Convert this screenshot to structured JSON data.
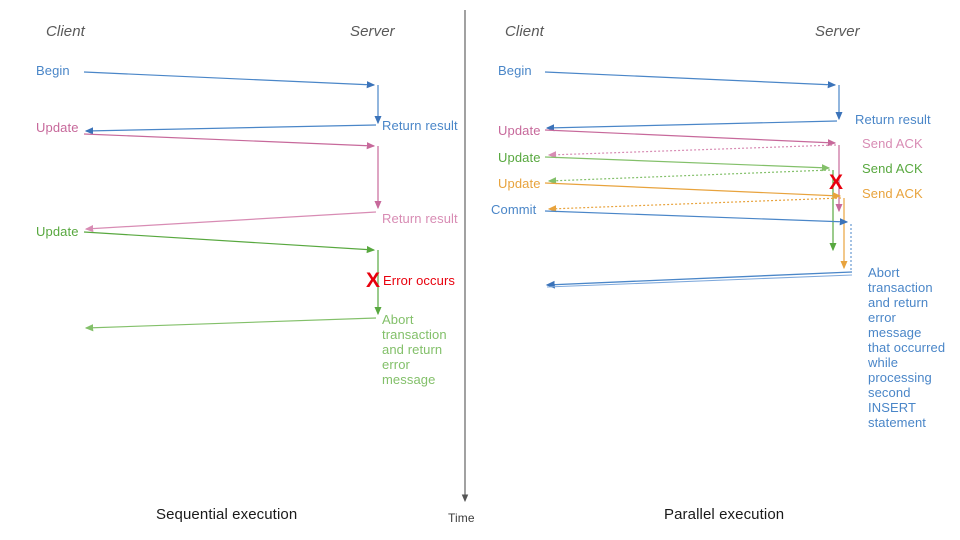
{
  "diagram": {
    "title_left": "Sequential execution",
    "title_right": "Parallel execution",
    "time_axis_label": "Time",
    "colors": {
      "blue": "#4a86c8",
      "blue_dark": "#3b73b9",
      "pink": "#c7699b",
      "pink_light": "#d88cb4",
      "green": "#58a83f",
      "green_light": "#83c06a",
      "orange": "#e8a33d",
      "red": "#e8000d",
      "actor_gray": "#595959",
      "axis_gray": "#555555",
      "caption_black": "#1a1a1a"
    }
  },
  "left_panel": {
    "actor_client": "Client",
    "actor_server": "Server",
    "caption": "Sequential execution",
    "client_labels": [
      {
        "text": "Begin",
        "color": "#4a86c8"
      },
      {
        "text": "Update",
        "color": "#c7699b"
      },
      {
        "text": "Update",
        "color": "#58a83f"
      }
    ],
    "server_labels": [
      {
        "text": "Return result",
        "color": "#4a86c8"
      },
      {
        "text": "Return result",
        "color": "#c7699b"
      },
      {
        "text": "Error occurs",
        "color": "#e8000d"
      },
      {
        "text": "Abort transaction and return error message",
        "color": "#58a83f"
      }
    ],
    "error_marker": "X"
  },
  "right_panel": {
    "actor_client": "Client",
    "actor_server": "Server",
    "caption": "Parallel execution",
    "client_labels": [
      {
        "text": "Begin",
        "color": "#4a86c8"
      },
      {
        "text": "Update",
        "color": "#c7699b"
      },
      {
        "text": "Update",
        "color": "#58a83f"
      },
      {
        "text": "Update",
        "color": "#e8a33d"
      },
      {
        "text": "Commit",
        "color": "#4a86c8"
      }
    ],
    "server_labels": [
      {
        "text": "Return result",
        "color": "#4a86c8"
      },
      {
        "text": "Send ACK",
        "color": "#c7699b"
      },
      {
        "text": "Send ACK",
        "color": "#58a83f"
      },
      {
        "text": "Send ACK",
        "color": "#e8a33d"
      },
      {
        "text": "Abort transaction and return error message that occurred while processing second INSERT statement",
        "color": "#4a86c8"
      }
    ],
    "error_marker": "X"
  }
}
